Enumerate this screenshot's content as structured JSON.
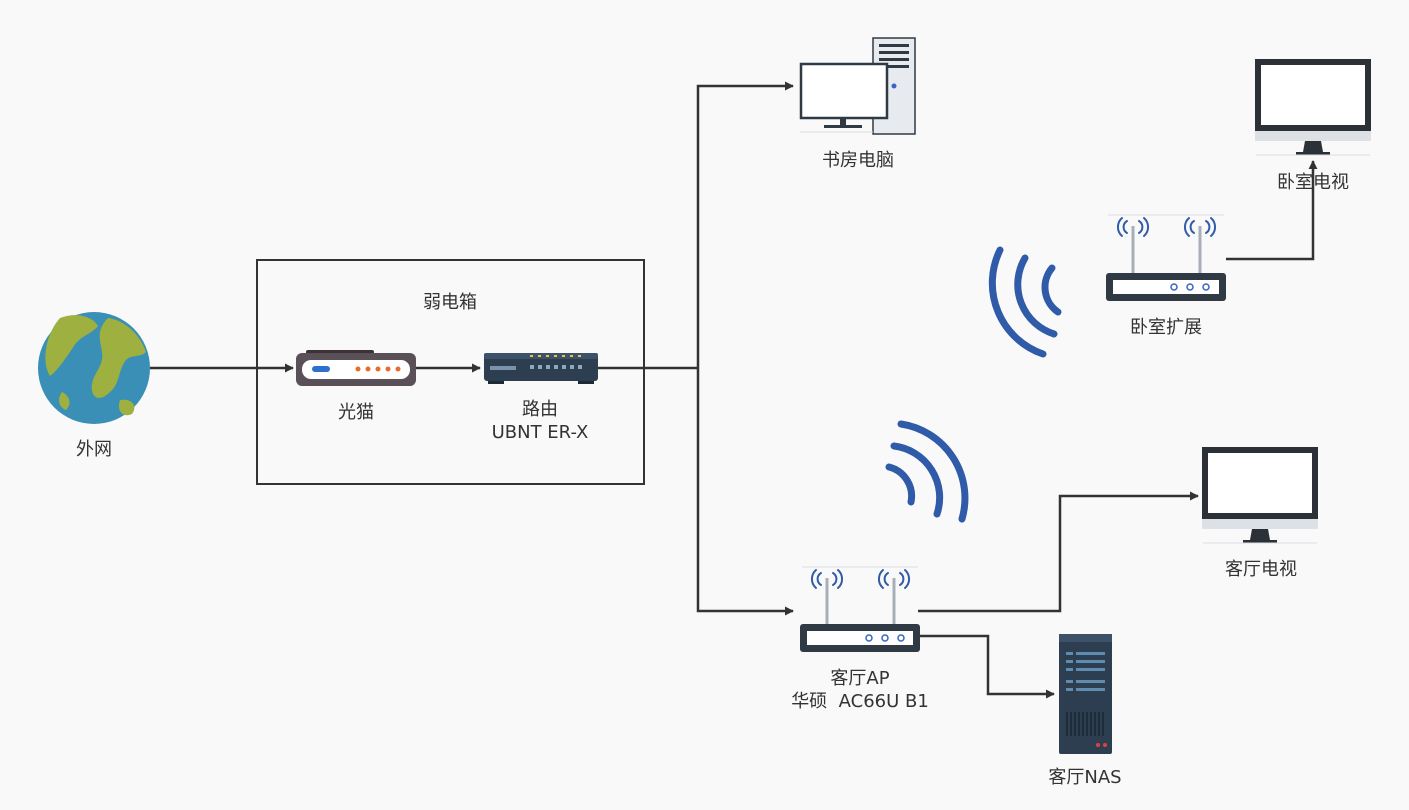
{
  "nodes": {
    "internet": {
      "label": "外网",
      "icon": "globe-icon"
    },
    "cabinet": {
      "title": "弱电箱"
    },
    "modem": {
      "label": "光猫",
      "icon": "modem-icon"
    },
    "router": {
      "label": "路由",
      "model": "UBNT ER-X",
      "icon": "router-icon"
    },
    "study_pc": {
      "label": "书房电脑",
      "icon": "desktop-pc-icon"
    },
    "bedroom_tv": {
      "label": "卧室电视",
      "icon": "monitor-icon"
    },
    "bedroom_ext": {
      "label": "卧室扩展",
      "icon": "wifi-router-icon"
    },
    "living_tv": {
      "label": "客厅电视",
      "icon": "monitor-icon"
    },
    "living_ap": {
      "label": "客厅AP",
      "model": "华硕  AC66U B1",
      "icon": "wifi-router-icon"
    },
    "living_nas": {
      "label": "客厅NAS",
      "icon": "server-icon"
    }
  },
  "colors": {
    "line": "#333333",
    "wifi_signal": "#2f5ba8",
    "device_dark": "#2f3a44",
    "device_blue": "#2c3e50",
    "screen_frame": "#2b3136",
    "globe_ocean": "#3a8fb7",
    "globe_land": "#9db040",
    "modem_body": "#5a5158"
  }
}
